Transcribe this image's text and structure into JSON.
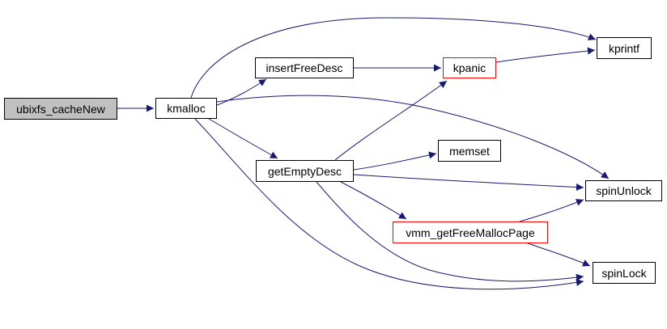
{
  "diagram": {
    "type": "call-graph",
    "colors": {
      "edge": "#191970",
      "node_border": "#000000",
      "node_fill": "#ffffff",
      "root_node_fill": "#c0c0c0",
      "highlighted_node_border": "#ff0000",
      "text": "#000000",
      "background": "#ffffff"
    },
    "nodes": [
      {
        "id": "ubixfs_cacheNew",
        "label": "ubixfs_cacheNew",
        "role": "root"
      },
      {
        "id": "kmalloc",
        "label": "kmalloc",
        "role": "call"
      },
      {
        "id": "insertFreeDesc",
        "label": "insertFreeDesc",
        "role": "call"
      },
      {
        "id": "kpanic",
        "label": "kpanic",
        "role": "call-highlighted"
      },
      {
        "id": "kprintf",
        "label": "kprintf",
        "role": "call"
      },
      {
        "id": "getEmptyDesc",
        "label": "getEmptyDesc",
        "role": "call"
      },
      {
        "id": "memset",
        "label": "memset",
        "role": "call"
      },
      {
        "id": "spinUnlock",
        "label": "spinUnlock",
        "role": "call"
      },
      {
        "id": "vmm_getFreeMallocPage",
        "label": "vmm_getFreeMallocPage",
        "role": "call-highlighted"
      },
      {
        "id": "spinLock",
        "label": "spinLock",
        "role": "call"
      }
    ],
    "edges": [
      {
        "from": "ubixfs_cacheNew",
        "to": "kmalloc"
      },
      {
        "from": "kmalloc",
        "to": "insertFreeDesc"
      },
      {
        "from": "kmalloc",
        "to": "kprintf"
      },
      {
        "from": "kmalloc",
        "to": "getEmptyDesc"
      },
      {
        "from": "kmalloc",
        "to": "spinUnlock"
      },
      {
        "from": "kmalloc",
        "to": "spinLock"
      },
      {
        "from": "insertFreeDesc",
        "to": "kpanic"
      },
      {
        "from": "kpanic",
        "to": "kprintf"
      },
      {
        "from": "getEmptyDesc",
        "to": "kpanic"
      },
      {
        "from": "getEmptyDesc",
        "to": "memset"
      },
      {
        "from": "getEmptyDesc",
        "to": "spinUnlock"
      },
      {
        "from": "getEmptyDesc",
        "to": "vmm_getFreeMallocPage"
      },
      {
        "from": "getEmptyDesc",
        "to": "spinLock"
      },
      {
        "from": "vmm_getFreeMallocPage",
        "to": "spinUnlock"
      },
      {
        "from": "vmm_getFreeMallocPage",
        "to": "spinLock"
      }
    ]
  }
}
